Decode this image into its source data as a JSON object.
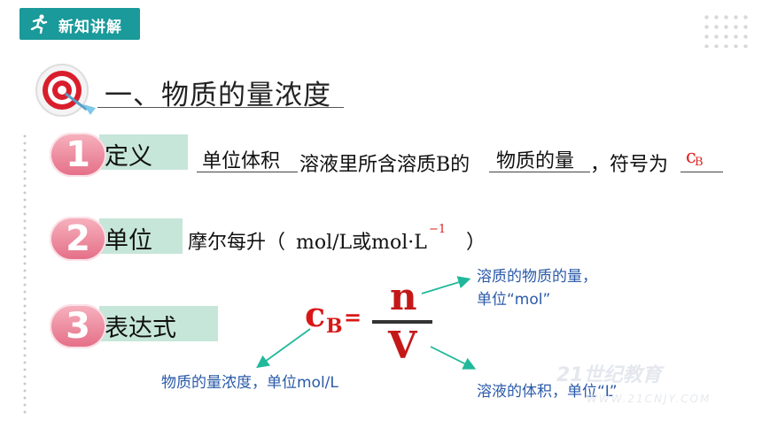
{
  "header": {
    "tag_label": "新知讲解"
  },
  "title": "一、物质的量浓度",
  "rows": [
    {
      "number": "1",
      "label": "定义"
    },
    {
      "number": "2",
      "label": "单位"
    },
    {
      "number": "3",
      "label": "表达式"
    }
  ],
  "definition": {
    "blank1": "单位体积",
    "text1": "溶液里所含溶质B的",
    "blank2": "物质的量",
    "text2": "，符号为",
    "symbol": "c",
    "symbol_sub": "B"
  },
  "unit": {
    "text": "摩尔每升（",
    "value": "mol/L或mol·L",
    "exp": "−1",
    "close": "）"
  },
  "formula": {
    "lhs": "c",
    "lhs_sub": "B",
    "equals": "=",
    "numerator": "n",
    "denominator": "V"
  },
  "annotations": {
    "n_line1": "溶质的物质的量，",
    "n_line2": "单位“mol”",
    "cb_note": "物质的量浓度，单位mol/L",
    "v_note": "溶液的体积，单位“L”"
  },
  "watermark": {
    "text": "21世纪教育",
    "url": "WWW.21CNJY.COM"
  },
  "colors": {
    "teal": "#1a9a9a",
    "badge_pink": "#e46d86",
    "tab_green": "#c6e6d9",
    "red": "#e02020",
    "blue": "#2a5aa8",
    "arrow_teal": "#20b89a"
  }
}
